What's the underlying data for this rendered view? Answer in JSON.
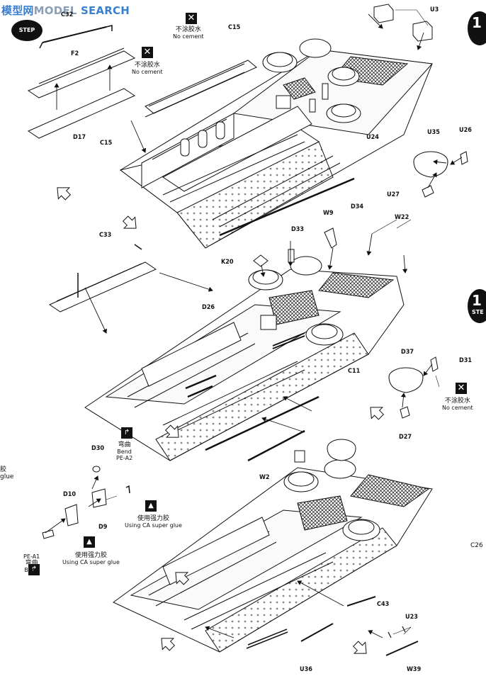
{
  "watermark": {
    "site": "模型网",
    "brand": "SEARCH",
    "prefix": "MODEL"
  },
  "step": {
    "badge": "STEP"
  },
  "right_edge": {
    "digit_top": "1",
    "digit_mid": "1",
    "step_mid": "STE",
    "code": "C26"
  },
  "left_edge": {
    "top": "胶",
    "bottom": "glue"
  },
  "no_cement": {
    "cn": "不涂胶水",
    "en": "No cement"
  },
  "super_glue": {
    "cn": "使用强力胶",
    "en": "Using CA super glue"
  },
  "bend": {
    "cn": "弯曲",
    "en": "Bend"
  },
  "labels": {
    "C32": "C32",
    "F2": "F2",
    "D17": "D17",
    "C15a": "C15",
    "C15b": "C15",
    "U3": "U3",
    "U24": "U24",
    "U35": "U35",
    "U26": "U26",
    "U27": "U27",
    "D34": "D34",
    "C33": "C33",
    "K20": "K20",
    "D33": "D33",
    "W9": "W9",
    "W22": "W22",
    "D26": "D26",
    "C11": "C11",
    "D37": "D37",
    "D31": "D31",
    "D27": "D27",
    "W2": "W2",
    "PEA2": "PE-A2",
    "D30": "D30",
    "D10": "D10",
    "D9": "D9",
    "PEA1": "PE-A1",
    "C43": "C43",
    "U23": "U23",
    "U36": "U36",
    "W39": "W39"
  }
}
